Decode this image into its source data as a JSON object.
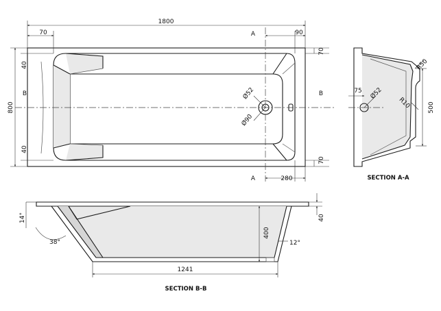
{
  "plan_view": {
    "overall_length": "1800",
    "end_offset_left": "70",
    "end_offset_right": "90",
    "width": "800",
    "rim_top": "40",
    "rim_bottom": "40",
    "rim_right_top": "70",
    "rim_right_bottom": "70",
    "waste_position": "280",
    "waste_dia_1": "Ø52",
    "waste_dia_2": "Ø90",
    "section_a_top": "A",
    "section_a_bottom": "A",
    "section_b_left": "B",
    "section_b_right": "B"
  },
  "section_aa": {
    "caption": "SECTION A-A",
    "radius_top": "R50",
    "radius_small": "R10",
    "overflow_offset": "75",
    "overflow_dia": "Ø52",
    "depth": "500"
  },
  "section_bb": {
    "caption": "SECTION B-B",
    "rim_angle": "14°",
    "back_angle": "38°",
    "end_angle": "12°",
    "depth": "400",
    "rim_thickness": "40",
    "base_length": "1241"
  }
}
